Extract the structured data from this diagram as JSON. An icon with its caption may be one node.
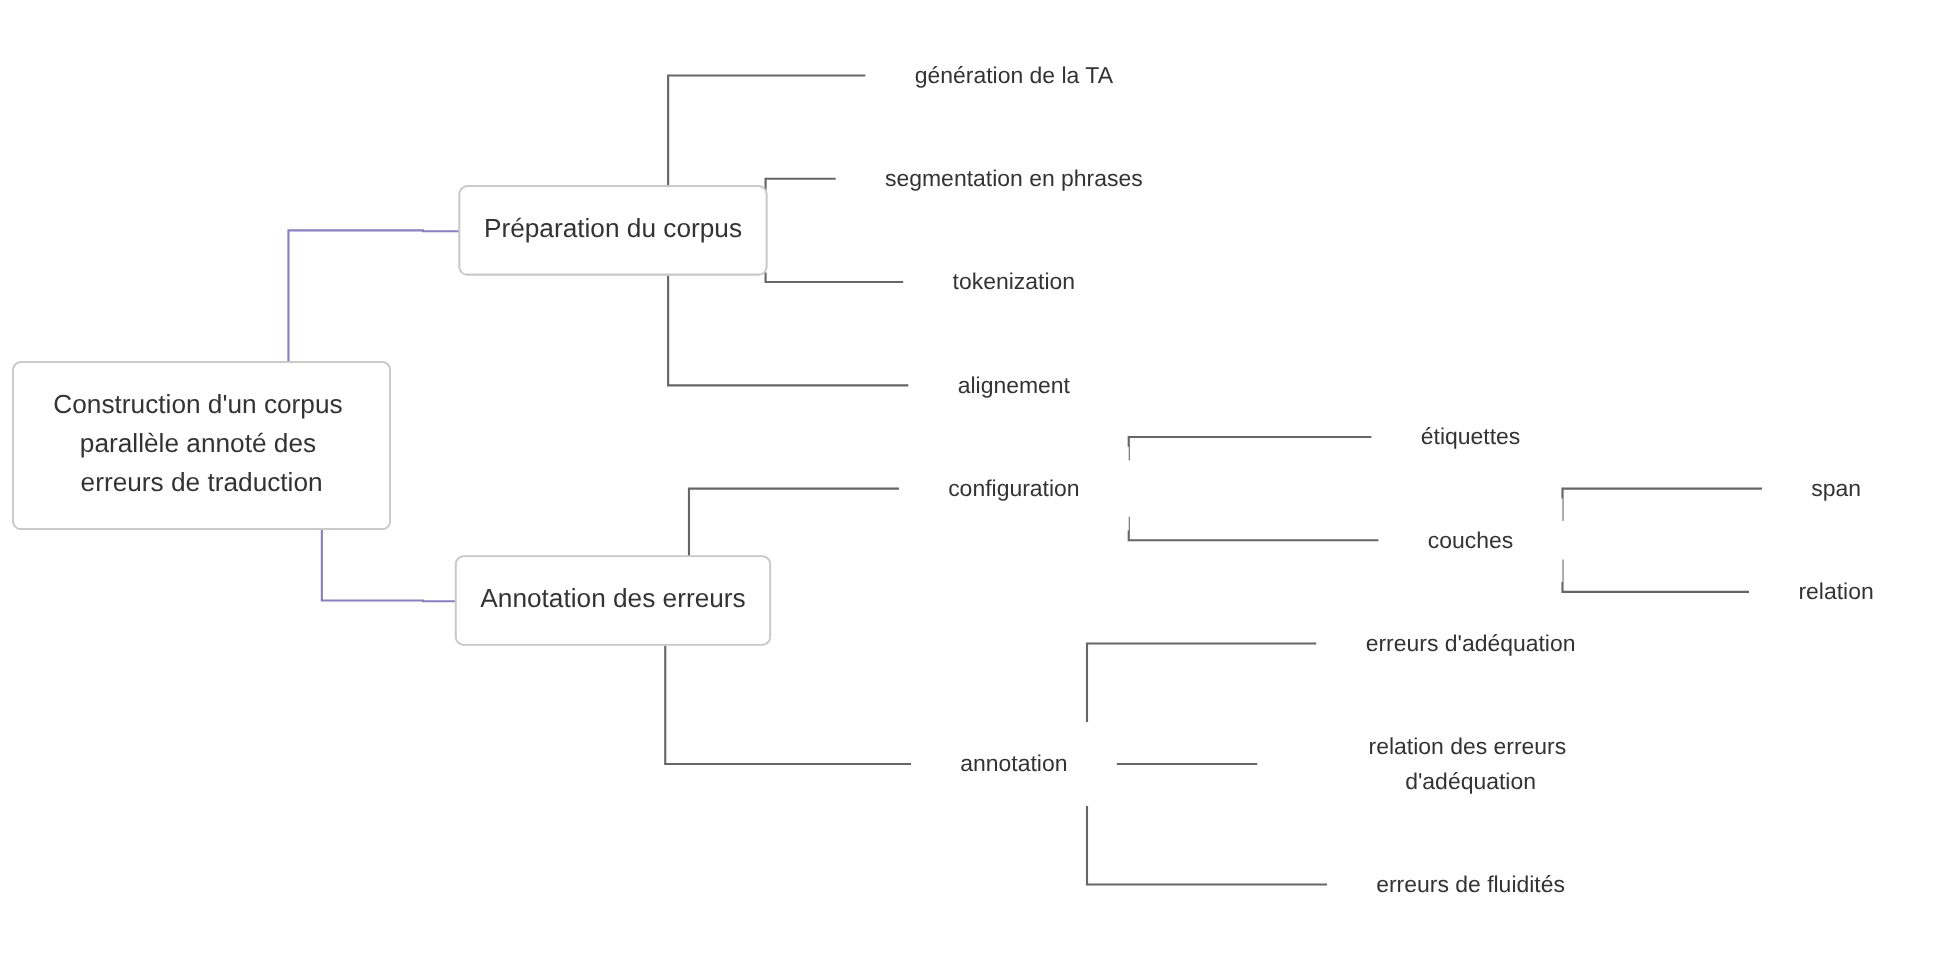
{
  "diagram": {
    "nodes": [
      {
        "text": [
          "Construction d'un corpus parallèle annoté des erreurs de traduction"
        ]
      },
      {
        "text": [
          "Préparation du corpus"
        ]
      },
      {
        "text": [
          "génération de la TA"
        ]
      },
      {
        "text": [
          "segmentation en phrases"
        ]
      },
      {
        "text": [
          "tokenization"
        ]
      },
      {
        "text": [
          "alignement"
        ]
      },
      {
        "text": [
          "Annotation des erreurs"
        ]
      },
      {
        "text": [
          "configuration"
        ]
      },
      {
        "text": [
          "étiquettes"
        ]
      },
      {
        "text": [
          "couches"
        ]
      },
      {
        "text": [
          "span"
        ]
      },
      {
        "text": [
          "relation"
        ]
      },
      {
        "text": [
          "annotation"
        ]
      },
      {
        "text": [
          "erreurs d'adéquation"
        ]
      },
      {
        "text": [
          "relation des erreurs d'adéquation"
        ]
      },
      {
        "text": [
          "erreurs de fluidités"
        ]
      }
    ],
    "edges": [
      {
        "from": 0,
        "to": 1,
        "arrow": "none",
        "color": "#8c7fbf"
      },
      {
        "from": 1,
        "to": 2,
        "arrow": "none"
      },
      {
        "from": 1,
        "to": 3,
        "arrow": "none"
      },
      {
        "from": 1,
        "to": 4,
        "arrow": "none"
      },
      {
        "from": 1,
        "to": 5,
        "arrow": "none"
      },
      {
        "from": 0,
        "to": 6,
        "arrow": "none",
        "color": "#8c7fbf"
      },
      {
        "from": 6,
        "to": 7,
        "arrow": "none"
      },
      {
        "from": 7,
        "to": 8,
        "arrow": "none"
      },
      {
        "from": 7,
        "to": 9,
        "arrow": "none"
      },
      {
        "from": 9,
        "to": 10,
        "arrow": "none"
      },
      {
        "from": 9,
        "to": 11,
        "arrow": "none"
      },
      {
        "from": 6,
        "to": 12,
        "arrow": "none"
      },
      {
        "from": 12,
        "to": 13,
        "arrow": "none"
      },
      {
        "from": 12,
        "to": 14,
        "arrow": "none"
      },
      {
        "from": 12,
        "to": 15,
        "arrow": "none"
      }
    ]
  }
}
